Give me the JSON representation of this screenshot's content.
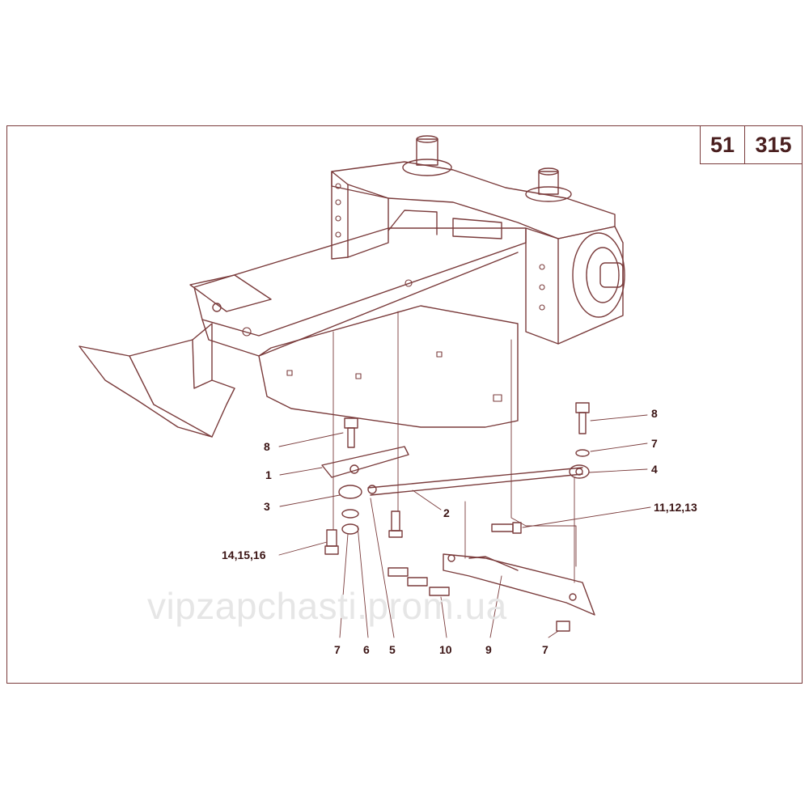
{
  "reference": {
    "group": "51",
    "page": "315"
  },
  "watermark": "vipzapchasti.prom.ua",
  "colors": {
    "line": "#7a3b3b",
    "text": "#3b1414",
    "watermark": "#e6e6e6"
  },
  "callouts": {
    "c8_left": "8",
    "c1": "1",
    "c3": "3",
    "c2": "2",
    "c14_15_16": "14,15,16",
    "c8_right": "8",
    "c7_right": "7",
    "c4": "4",
    "c11_12_13": "11,12,13",
    "c7_bottom_left": "7",
    "c6": "6",
    "c5": "5",
    "c10": "10",
    "c9": "9",
    "c7_bottom_right": "7"
  }
}
